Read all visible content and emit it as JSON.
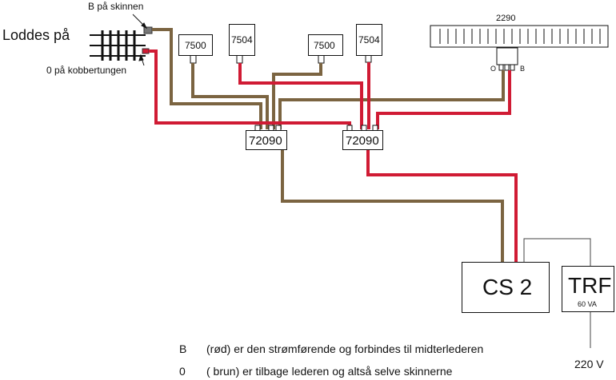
{
  "track": {
    "title": "Loddes på",
    "b_note": "B  på skinnen",
    "zero_note": "0  på kobbertungen"
  },
  "components": {
    "decoder_left": "7500",
    "signal_left": "7504",
    "decoder_middle": "7500",
    "signal_right": "7504",
    "controller": "2290",
    "controller_o": "O",
    "controller_b": "B",
    "box_left": "72090",
    "box_right": "72090",
    "cs2": "CS 2",
    "trf": "TRF",
    "trf_rating": "60 VA",
    "mains": "220 V"
  },
  "legend": {
    "b_symbol": "B",
    "b_text": "(rød)    er den strømførende og forbindes til midterlederen",
    "zero_symbol": "0",
    "zero_text": "( brun) er tilbage lederen og altså selve skinnerne"
  },
  "colors": {
    "red_wire": "#d01b34",
    "brown_wire": "#7b6441",
    "black_line": "#111111"
  }
}
